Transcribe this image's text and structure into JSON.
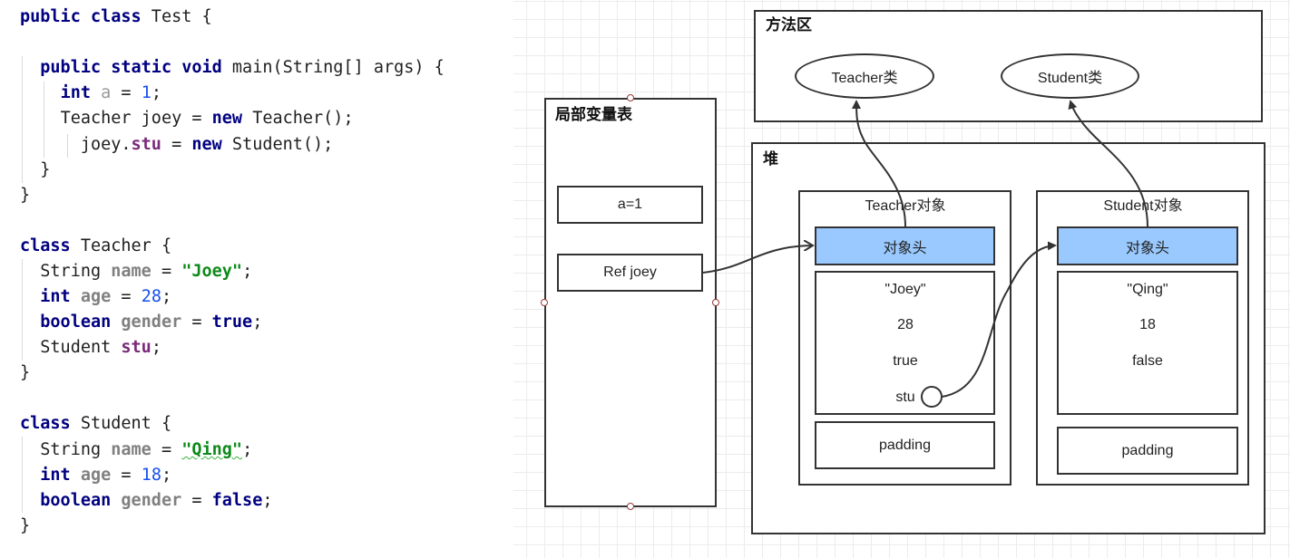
{
  "code": {
    "l1": {
      "k1": "public",
      "k2": "class",
      "t": " Test {"
    },
    "l3": {
      "k1": "public",
      "k2": "static",
      "k3": "void",
      "t": " main(String[] args) {"
    },
    "l4": {
      "k1": "int",
      "v": "a",
      "eq": " = ",
      "n": "1",
      "end": ";"
    },
    "l5": {
      "t1": "Teacher joey = ",
      "k1": "new",
      "t2": " Teacher();"
    },
    "l6": {
      "t1": "joey.",
      "f": "stu",
      "t2": " = ",
      "k1": "new",
      "t3": " Student();"
    },
    "l7": "}",
    "l8": "}",
    "l10": {
      "k1": "class",
      "t": " Teacher {"
    },
    "l11": {
      "t1": "String ",
      "f": "name",
      "eq": " = ",
      "s": "\"Joey\"",
      "end": ";"
    },
    "l12": {
      "k1": "int",
      "f": "age",
      "eq": " = ",
      "n": "28",
      "end": ";"
    },
    "l13": {
      "k1": "boolean",
      "f": "gender",
      "eq": " = ",
      "v": "true",
      "end": ";"
    },
    "l14": {
      "t1": "Student ",
      "f": "stu",
      "end": ";"
    },
    "l15": "}",
    "l17": {
      "k1": "class",
      "t": " Student {"
    },
    "l18": {
      "t1": "String ",
      "f": "name",
      "eq": " = ",
      "s": "\"Qing\"",
      "end": ";"
    },
    "l19": {
      "k1": "int",
      "f": "age",
      "eq": " = ",
      "n": "18",
      "end": ";"
    },
    "l20": {
      "k1": "boolean",
      "f": "gender",
      "eq": " = ",
      "v": "false",
      "end": ";"
    },
    "l21": "}"
  },
  "diagram": {
    "method_area": {
      "title": "方法区",
      "teacher_class": "Teacher类",
      "student_class": "Student类"
    },
    "local_vars": {
      "title": "局部变量表",
      "a": "a=1",
      "ref": "Ref joey"
    },
    "heap": {
      "title": "堆",
      "teacher_obj": {
        "title": "Teacher对象",
        "header": "对象头",
        "name": "\"Joey\"",
        "age": "28",
        "gender": "true",
        "stu": "stu",
        "padding": "padding"
      },
      "student_obj": {
        "title": "Student对象",
        "header": "对象头",
        "name": "\"Qing\"",
        "age": "18",
        "gender": "false",
        "padding": "padding"
      }
    },
    "colors": {
      "header_fill": "#99c9ff",
      "stroke": "#333333"
    }
  }
}
